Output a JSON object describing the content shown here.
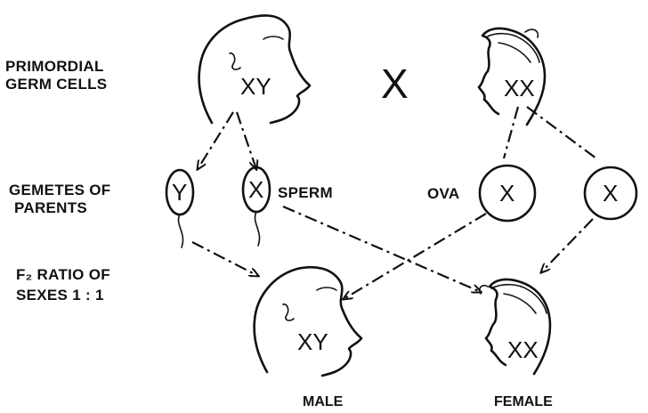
{
  "labels": {
    "primordial_line1": "PRIMORDIAL",
    "primordial_line2": "GERM CELLS",
    "gametes_line1": "GEMETES OF",
    "gametes_line2": "PARENTS",
    "ratio_line1": "F₂ RATIO OF",
    "ratio_line2": "SEXES 1 : 1"
  },
  "parents": {
    "male_chromosomes": "XY",
    "female_chromosomes": "XX",
    "cross_symbol": "X"
  },
  "gametes": {
    "sperm_y": "Y",
    "sperm_x": "X",
    "sperm_label": "SPERM",
    "ova_label": "OVA",
    "ovum_1": "X",
    "ovum_2": "X"
  },
  "offspring": {
    "male_chromosomes": "XY",
    "female_chromosomes": "XX",
    "male_caption": "MALE",
    "female_caption": "FEMALE"
  }
}
